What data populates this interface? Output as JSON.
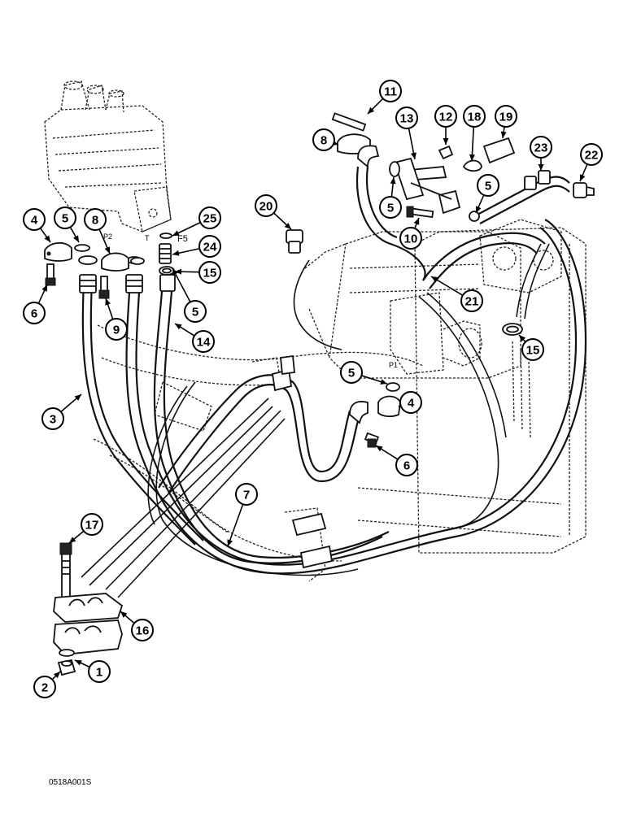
{
  "figure": {
    "drawing_code": "0518A001S",
    "port_labels": {
      "p2": "P2",
      "t": "T",
      "f5": "F5",
      "p1": "P1"
    }
  },
  "callouts": [
    {
      "id": "c-1",
      "label": "1"
    },
    {
      "id": "c-2",
      "label": "2"
    },
    {
      "id": "c-3",
      "label": "3"
    },
    {
      "id": "c-4a",
      "label": "4"
    },
    {
      "id": "c-4b",
      "label": "4"
    },
    {
      "id": "c-5a",
      "label": "5"
    },
    {
      "id": "c-5b",
      "label": "5"
    },
    {
      "id": "c-5c",
      "label": "5"
    },
    {
      "id": "c-5d",
      "label": "5"
    },
    {
      "id": "c-5e",
      "label": "5"
    },
    {
      "id": "c-6a",
      "label": "6"
    },
    {
      "id": "c-6b",
      "label": "6"
    },
    {
      "id": "c-7",
      "label": "7"
    },
    {
      "id": "c-8a",
      "label": "8"
    },
    {
      "id": "c-8b",
      "label": "8"
    },
    {
      "id": "c-9",
      "label": "9"
    },
    {
      "id": "c-10",
      "label": "10"
    },
    {
      "id": "c-11",
      "label": "11"
    },
    {
      "id": "c-12",
      "label": "12"
    },
    {
      "id": "c-13",
      "label": "13"
    },
    {
      "id": "c-14",
      "label": "14"
    },
    {
      "id": "c-15a",
      "label": "15"
    },
    {
      "id": "c-15b",
      "label": "15"
    },
    {
      "id": "c-16",
      "label": "16"
    },
    {
      "id": "c-17",
      "label": "17"
    },
    {
      "id": "c-18",
      "label": "18"
    },
    {
      "id": "c-19",
      "label": "19"
    },
    {
      "id": "c-20",
      "label": "20"
    },
    {
      "id": "c-21",
      "label": "21"
    },
    {
      "id": "c-22",
      "label": "22"
    },
    {
      "id": "c-23",
      "label": "23"
    },
    {
      "id": "c-24",
      "label": "24"
    },
    {
      "id": "c-25",
      "label": "25"
    }
  ]
}
